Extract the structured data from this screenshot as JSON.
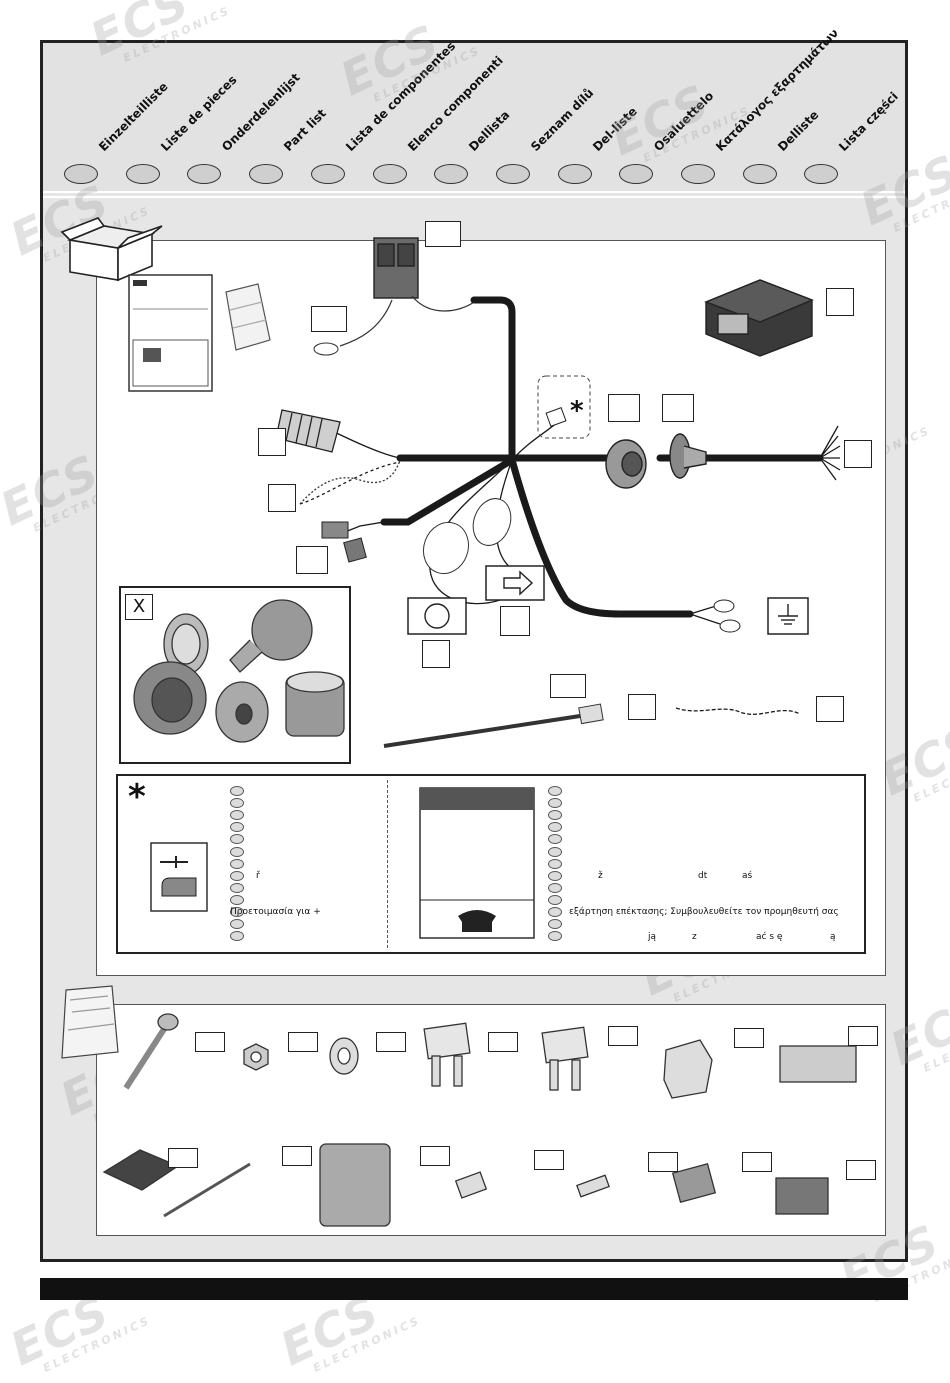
{
  "header": {
    "languages": [
      "Einzelteilliste",
      "Liste de pieces",
      "Onderdelenlijst",
      "Part list",
      "Lista de componentes",
      "Elenco componenti",
      "Dellista",
      "Seznam dílů",
      "Del-liste",
      "Osaluettelo",
      "Κατάλογος εξαρτημάτων",
      "Delliste",
      "Lista części"
    ]
  },
  "watermark": {
    "brand": "ECS",
    "sub": "ELECTRONICS"
  },
  "diagram": {
    "variant_label": "X",
    "asterisk": "*"
  },
  "info": {
    "left_lines": [
      "ř",
      "Προετοιμασία για +"
    ],
    "right_lines": [
      "ž",
      "dt",
      "aś",
      "εξάρτηση επέκτασης; Συμβουλευθείτε τον προμηθευτή σας",
      "ją",
      "z",
      "ać s ę",
      "ą"
    ]
  },
  "colors": {
    "frame": "#222222",
    "band": "#e2e2e2",
    "wire": "#1a1a1a"
  }
}
